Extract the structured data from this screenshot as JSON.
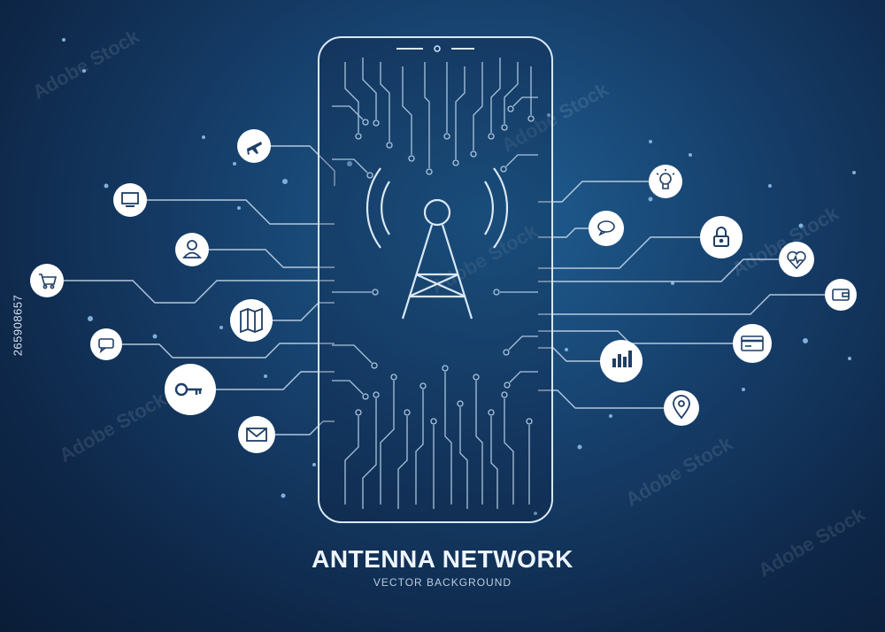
{
  "title": "ANTENNA NETWORK",
  "subtitle": "VECTOR BACKGROUND",
  "stock_id": "265908657",
  "watermark": "Adobe Stock",
  "icons_left": [
    "airplane-icon",
    "monitor-icon",
    "user-icon",
    "cart-icon",
    "map-icon",
    "chat-bubble-icon",
    "key-icon",
    "mail-icon"
  ],
  "icons_right": [
    "lightbulb-icon",
    "chat-bubble-icon",
    "lock-icon",
    "heart-pulse-icon",
    "wallet-icon",
    "credit-card-icon",
    "bar-chart-icon",
    "location-pin-icon"
  ],
  "colors": {
    "background": "#163f6b",
    "line": "#cfe0f0",
    "icon_circle": "#ffffff",
    "icon": "#1f3f66",
    "title": "#eef5ff"
  }
}
